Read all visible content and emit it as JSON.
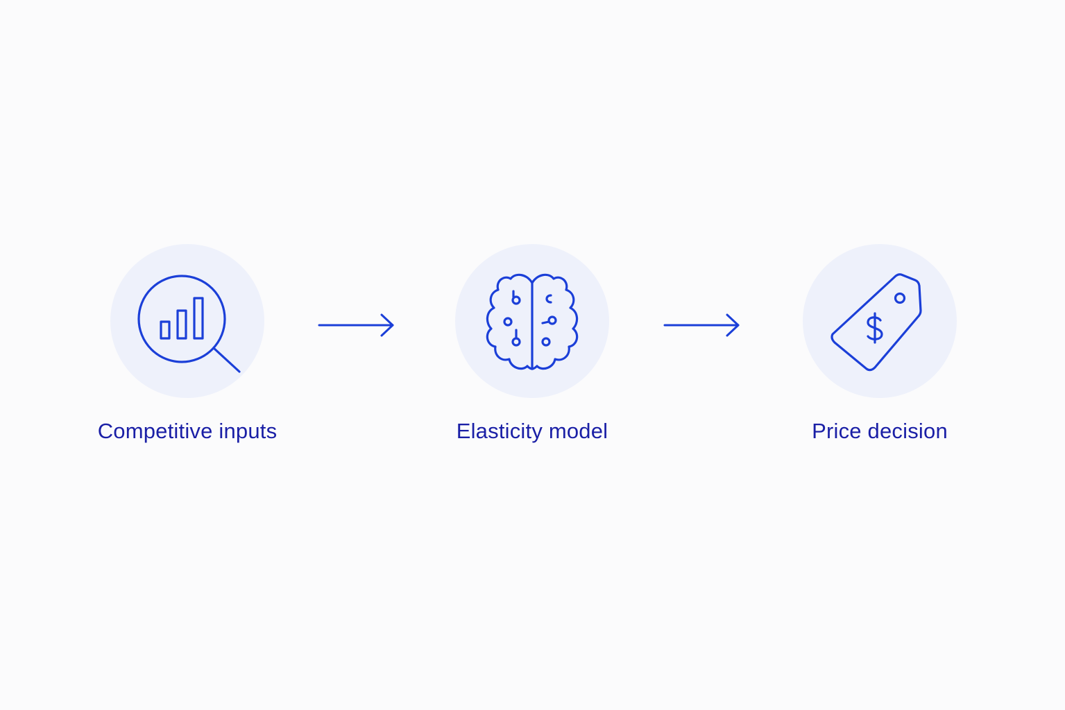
{
  "colors": {
    "accent": "#1b3fd8",
    "label": "#1a1fa6",
    "circle_fill": "#eef1fb",
    "background": "#fbfbfc"
  },
  "steps": [
    {
      "label": "Competitive inputs",
      "icon": "magnifier-bar-chart-icon"
    },
    {
      "label": "Elasticity model",
      "icon": "brain-circuit-icon"
    },
    {
      "label": "Price decision",
      "icon": "price-tag-dollar-icon"
    }
  ],
  "connectors": [
    {
      "icon": "arrow-right-icon"
    },
    {
      "icon": "arrow-right-icon"
    }
  ]
}
